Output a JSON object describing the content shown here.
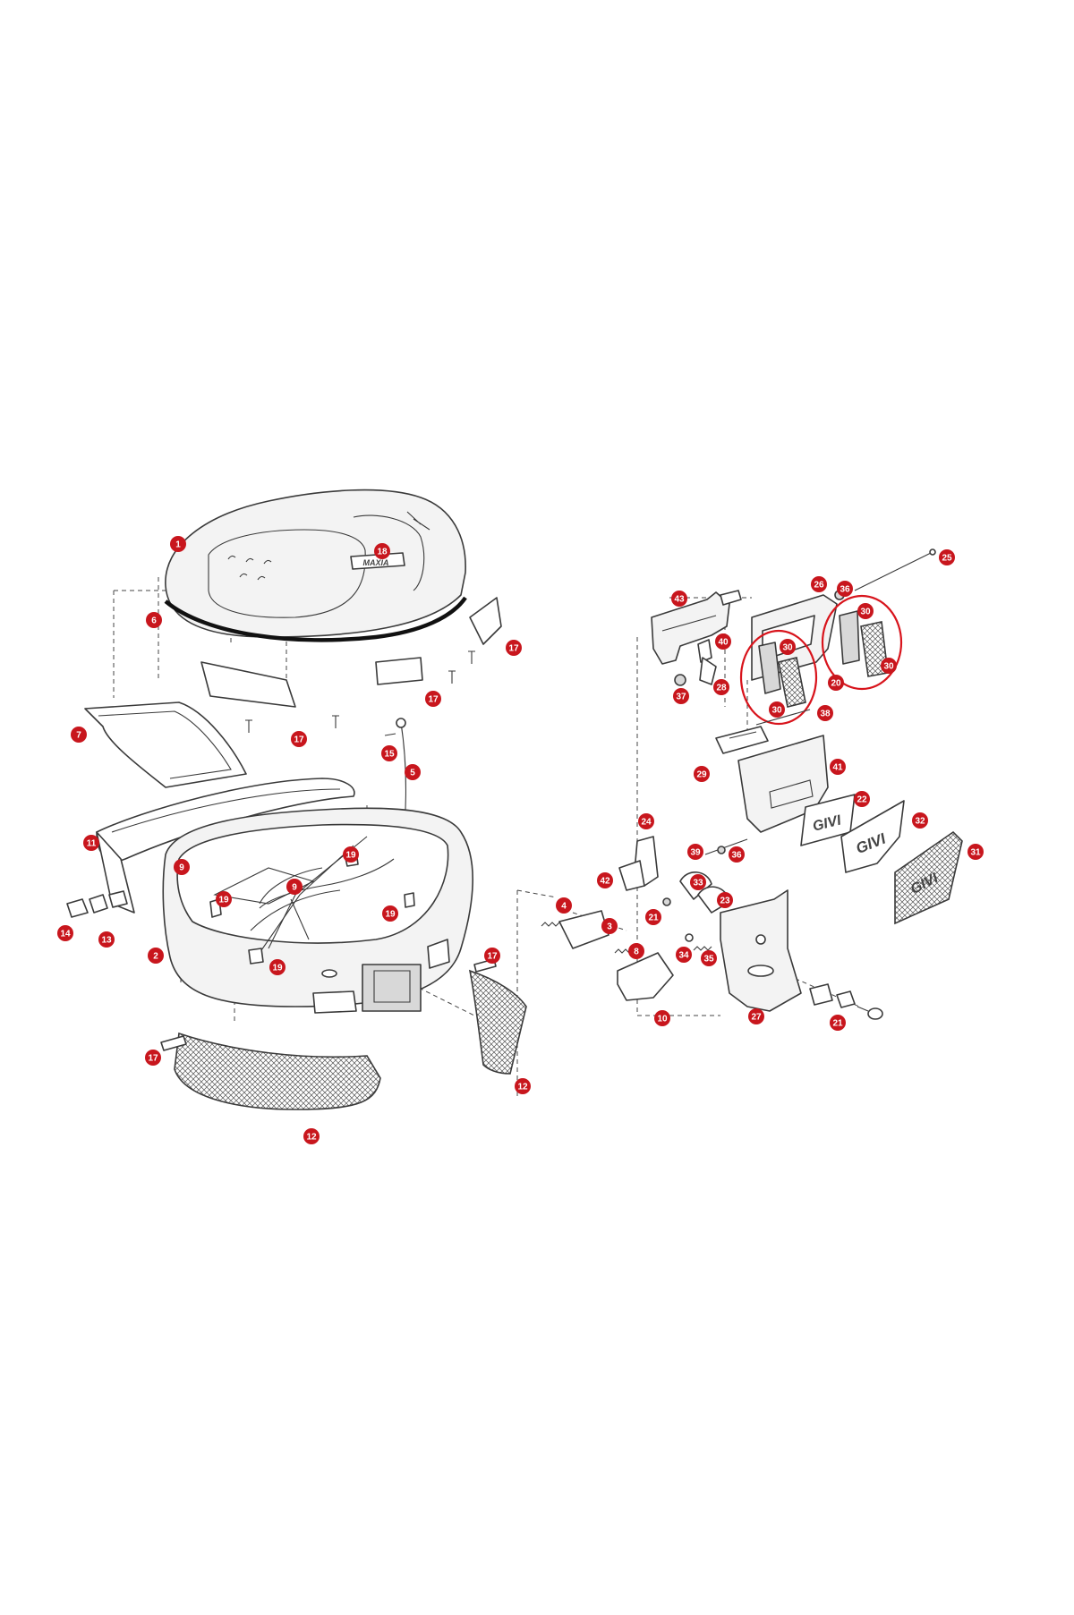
{
  "brand": {
    "lid_badge_text": "MAXIA",
    "logo_text": "GIVI",
    "callout_color": "#c8161d",
    "highlight_color": "#d8141c"
  },
  "callouts": [
    "1",
    "18",
    "6",
    "17",
    "17",
    "17",
    "7",
    "15",
    "5",
    "11",
    "9",
    "14",
    "13",
    "2",
    "19",
    "9",
    "19",
    "19",
    "19",
    "17",
    "12",
    "17",
    "12",
    "43",
    "26",
    "36",
    "25",
    "30",
    "30",
    "30",
    "30",
    "20",
    "40",
    "28",
    "37",
    "38",
    "29",
    "41",
    "22",
    "32",
    "24",
    "39",
    "36",
    "31",
    "42",
    "33",
    "21",
    "23",
    "4",
    "3",
    "8",
    "34",
    "35",
    "10",
    "27",
    "21"
  ]
}
